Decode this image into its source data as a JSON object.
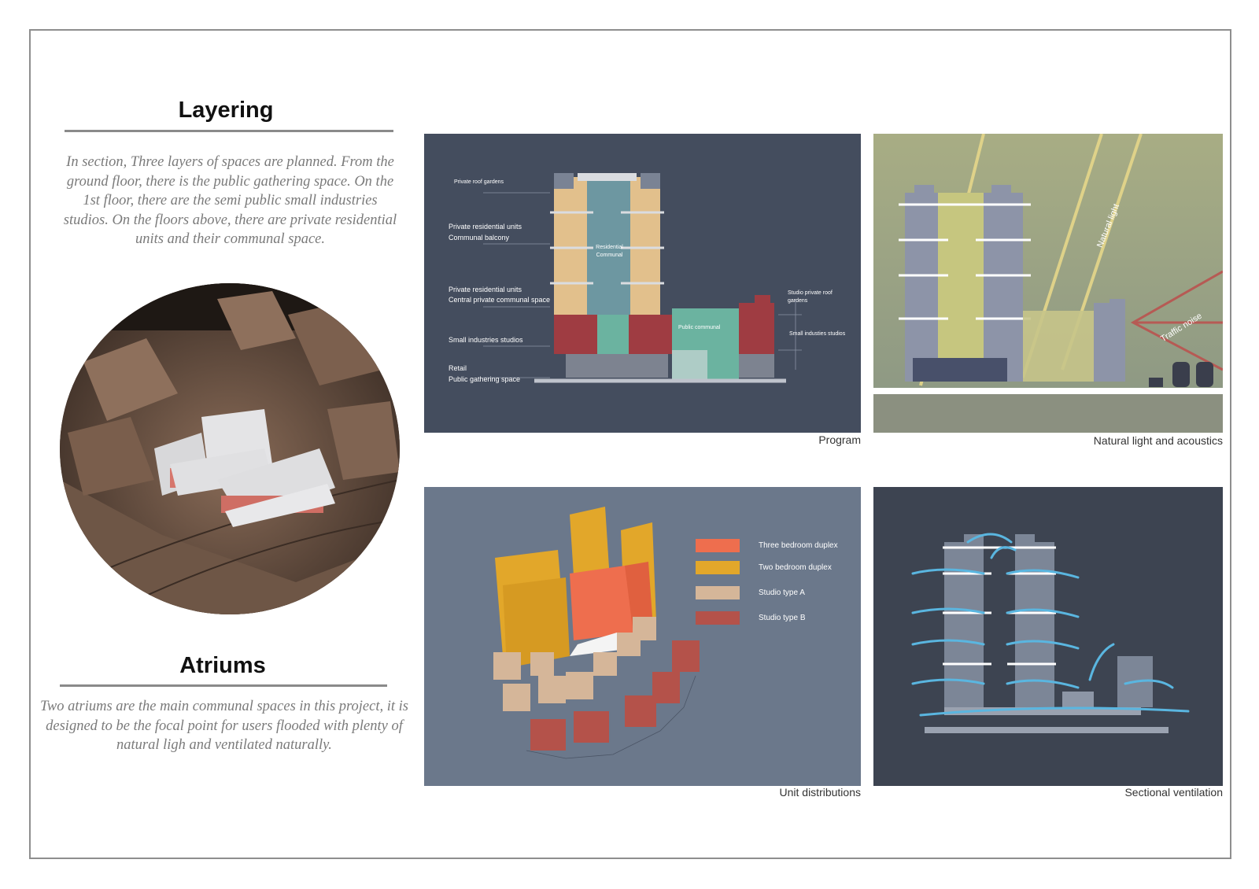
{
  "layering": {
    "title": "Layering",
    "text": "In section, Three layers of spaces are planned. From the ground floor, there is the public gathering space. On the 1st floor, there are the semi public small industries studios. On the floors above, there are private residential units and their communal space."
  },
  "atriums": {
    "title": "Atriums",
    "text": "Two atriums are the main communal spaces in this project, it is designed to be the focal point for users flooded with plenty of natural ligh and ventilated naturally."
  },
  "program": {
    "caption": "Program",
    "labels": {
      "roof_gardens": "Private roof gardens",
      "residential_units_1": "Private residential units",
      "communal_balcony": "Communal balcony",
      "residential_units_2": "Private residential units",
      "central_communal": "Central private communal space",
      "small_industries": "Small industries studios",
      "retail": "Retail",
      "public_gathering": "Public gathering space",
      "residential_communal": "Residential Communal",
      "public_communal": "Public communal",
      "studio_roof_gardens": "Studio private roof gardens",
      "small_industries_right": "Small industies studios"
    }
  },
  "light": {
    "caption": "Natural light and acoustics",
    "natural_light": "Natural light",
    "traffic_noise": "Traffic noise"
  },
  "units": {
    "caption": "Unit distributions",
    "legend": [
      {
        "label": "Three bedroom duplex",
        "color": "#ee6e4e"
      },
      {
        "label": "Two bedroom duplex",
        "color": "#e2a72a"
      },
      {
        "label": "Studio type A",
        "color": "#d5b699"
      },
      {
        "label": "Studio type B",
        "color": "#b4524a"
      }
    ]
  },
  "ventilation": {
    "caption": "Sectional ventilation"
  }
}
